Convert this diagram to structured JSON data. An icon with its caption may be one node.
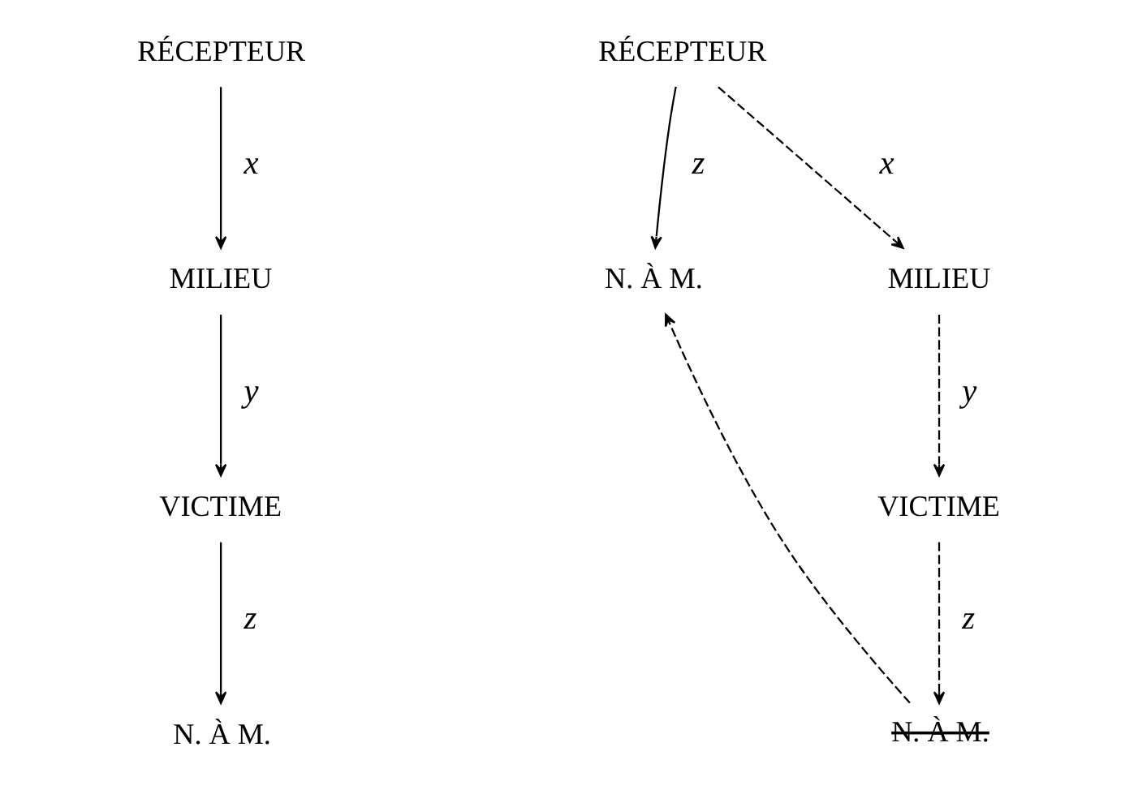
{
  "diagram": {
    "nodes": [
      {
        "text": [
          "RÉCEPTEUR"
        ]
      },
      {
        "text": [
          "MILIEU"
        ]
      },
      {
        "text": [
          "VICTIME"
        ]
      },
      {
        "text": [
          "N. À M."
        ]
      },
      {
        "text": [
          "RÉCEPTEUR"
        ]
      },
      {
        "text": [
          "N. À M."
        ]
      },
      {
        "text": [
          "MILIEU"
        ]
      },
      {
        "text": [
          "VICTIME"
        ]
      },
      {
        "text": [
          "N. À M."
        ]
      }
    ],
    "edges": [
      {
        "from": 0,
        "to": 1,
        "arrow": "to",
        "label": "x"
      },
      {
        "from": 1,
        "to": 2,
        "arrow": "to",
        "label": "y"
      },
      {
        "from": 2,
        "to": 3,
        "arrow": "to",
        "label": "z"
      },
      {
        "from": 4,
        "to": 5,
        "arrow": "to",
        "label": "z"
      },
      {
        "from": 4,
        "to": 6,
        "arrow": "to",
        "label": "x",
        "style": "dashed"
      },
      {
        "from": 6,
        "to": 7,
        "arrow": "to",
        "label": "y",
        "style": "dashed"
      },
      {
        "from": 7,
        "to": 8,
        "arrow": "to",
        "label": "z",
        "style": "dashed"
      },
      {
        "from": 8,
        "to": 5,
        "arrow": "to",
        "style": "dashed"
      }
    ]
  }
}
